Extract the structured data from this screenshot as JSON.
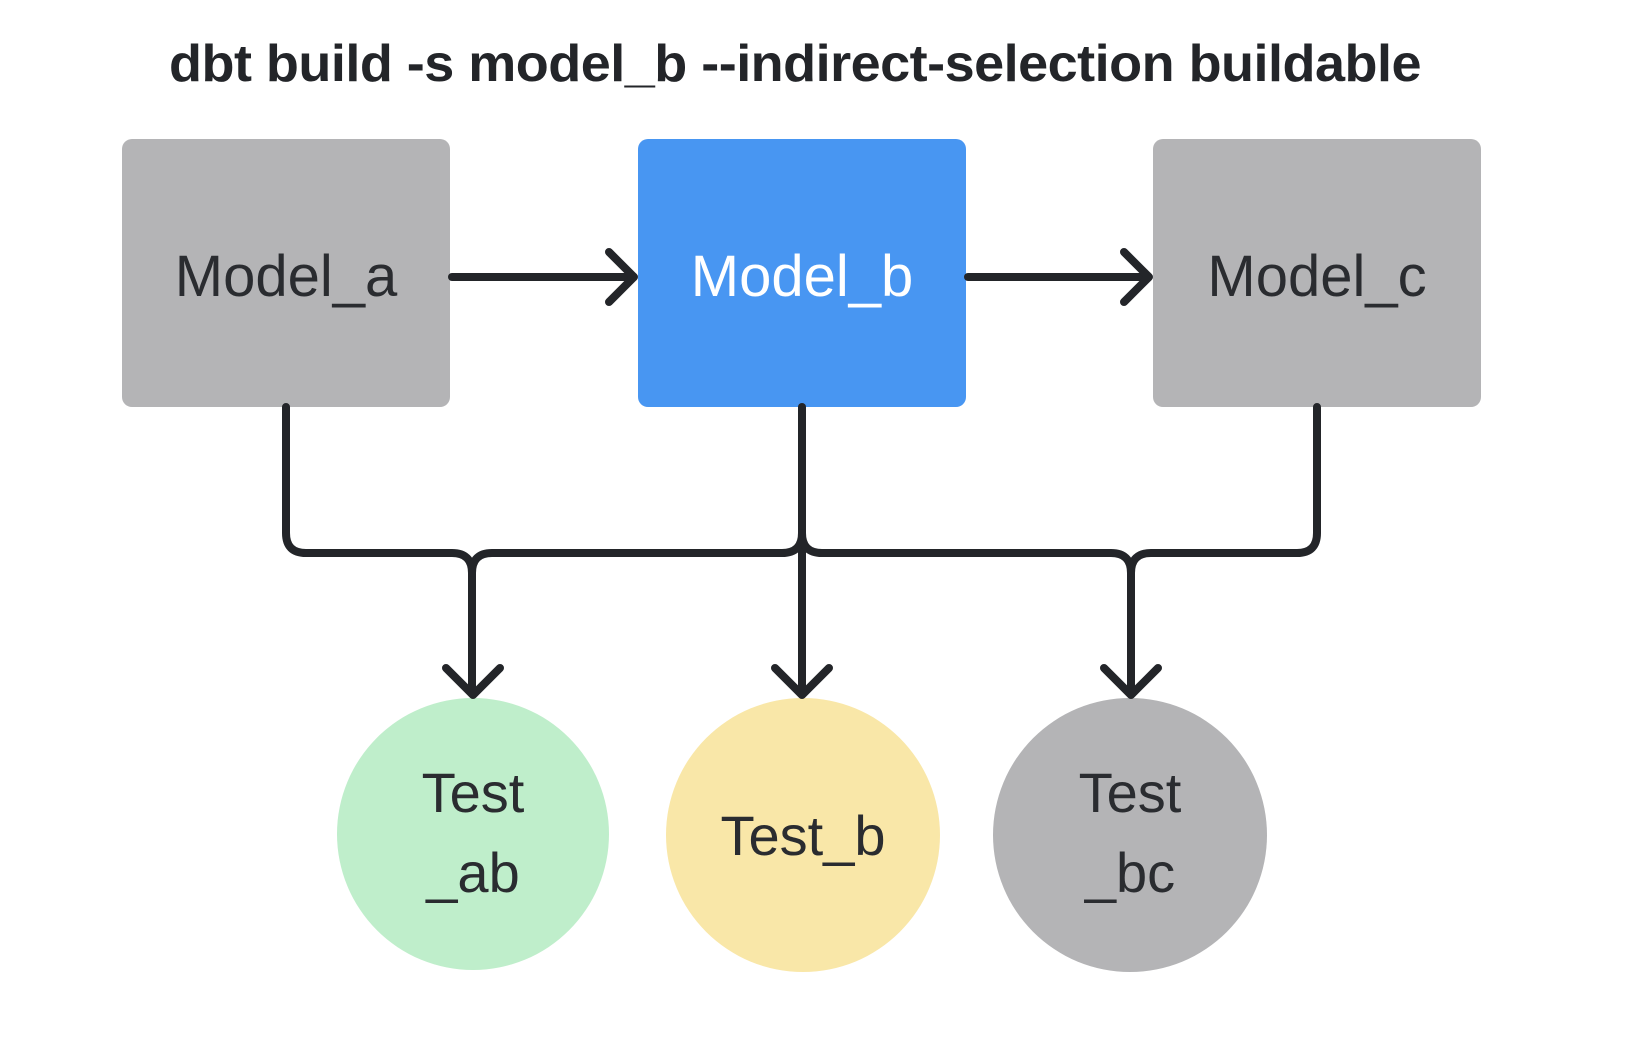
{
  "title": "dbt build -s model_b --indirect-selection buildable",
  "colors": {
    "background": "#ffffff",
    "title_text": "#232529",
    "connector": "#232529",
    "node_text_dark": "#2a2c30",
    "node_text_light": "#ffffff",
    "model_selected": "#4896f2",
    "model_unselected": "#b4b4b6",
    "test_buildable": "#bfeecb",
    "test_selected": "#f9e7a8",
    "test_unselected": "#b4b4b6"
  },
  "nodes": {
    "model_a": {
      "label": "Model_a",
      "shape": "rect",
      "state": "unselected"
    },
    "model_b": {
      "label": "Model_b",
      "shape": "rect",
      "state": "selected"
    },
    "model_c": {
      "label": "Model_c",
      "shape": "rect",
      "state": "unselected"
    },
    "test_ab": {
      "line1": "Test",
      "line2": "_ab",
      "shape": "circle",
      "state": "buildable"
    },
    "test_b": {
      "label": "Test_b",
      "shape": "circle",
      "state": "selected"
    },
    "test_bc": {
      "line1": "Test",
      "line2": "_bc",
      "shape": "circle",
      "state": "unselected"
    }
  },
  "edges": [
    "model_a -> model_b",
    "model_b -> model_c",
    "model_a -> test_ab",
    "model_b -> test_ab",
    "model_b -> test_b",
    "model_b -> test_bc",
    "model_c -> test_bc"
  ]
}
